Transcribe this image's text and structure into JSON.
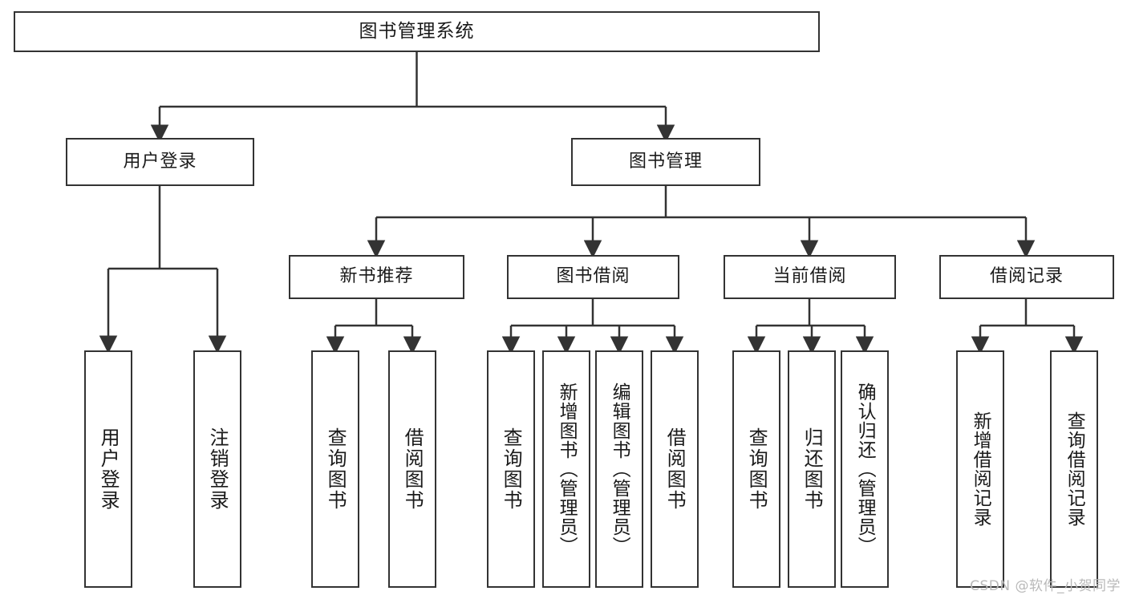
{
  "diagram": {
    "type": "tree",
    "title": "图书管理系统",
    "root": {
      "label": "图书管理系统"
    },
    "level1": [
      {
        "label": "用户登录"
      },
      {
        "label": "图书管理"
      }
    ],
    "level2": [
      {
        "label": "新书推荐"
      },
      {
        "label": "图书借阅"
      },
      {
        "label": "当前借阅"
      },
      {
        "label": "借阅记录"
      }
    ],
    "leaves": {
      "user_login": [
        {
          "label": "用户登录"
        },
        {
          "label": "注销登录"
        }
      ],
      "new_book_recommend": [
        {
          "label": "查询图书"
        },
        {
          "label": "借阅图书"
        }
      ],
      "book_borrow": [
        {
          "label": "查询图书"
        },
        {
          "label": "新增图书（管理员）"
        },
        {
          "label": "编辑图书（管理员）"
        },
        {
          "label": "借阅图书"
        }
      ],
      "current_borrow": [
        {
          "label": "查询图书"
        },
        {
          "label": "归还图书"
        },
        {
          "label": "确认归还（管理员）"
        }
      ],
      "borrow_record": [
        {
          "label": "新增借阅记录"
        },
        {
          "label": "查询借阅记录"
        }
      ]
    }
  },
  "watermark": {
    "text": "CSDN @软件_小贺同学"
  },
  "colors": {
    "stroke": "#333333",
    "text": "#1a1a1a",
    "background": "#ffffff",
    "watermark": "#b9b9b9"
  }
}
